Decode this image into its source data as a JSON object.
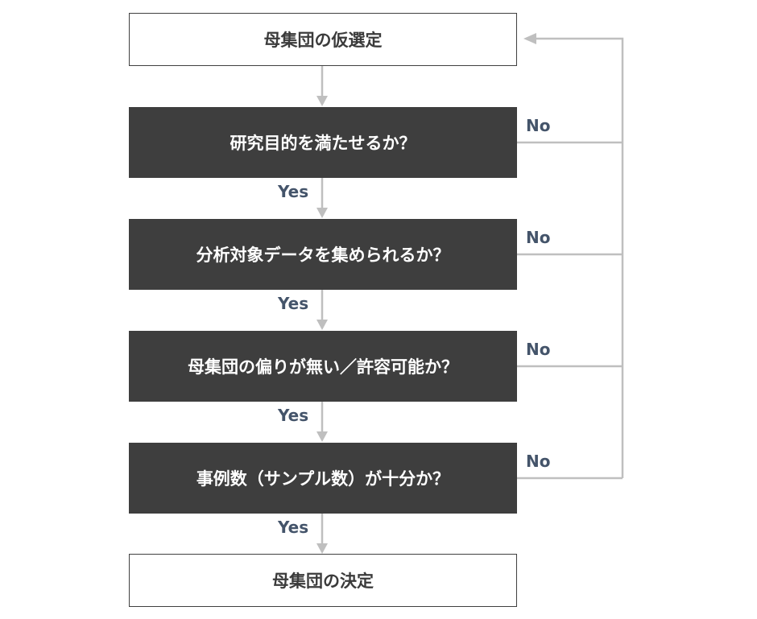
{
  "colors": {
    "dark_box": "#3e3e3e",
    "light_box_border": "#404040",
    "connector": "#bfbfbf",
    "label_text": "#44546a"
  },
  "start": {
    "label": "母集団の仮選定"
  },
  "steps": [
    {
      "label": "研究目的を満たせるか？",
      "yes": "Yes",
      "no": "No"
    },
    {
      "label": "分析対象データを集められるか？",
      "yes": "Yes",
      "no": "No"
    },
    {
      "label": "母集団の偏りが無い／許容可能か？",
      "yes": "Yes",
      "no": "No"
    },
    {
      "label": "事例数（サンプル数）が十分か？",
      "yes": "Yes",
      "no": "No"
    }
  ],
  "end": {
    "label": "母集団の決定"
  }
}
